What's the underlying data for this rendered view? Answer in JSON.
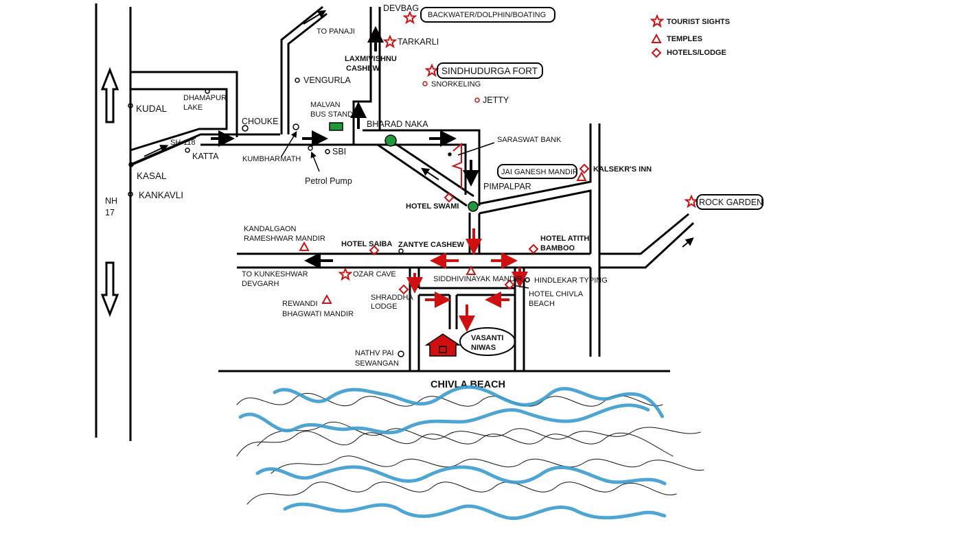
{
  "legend": {
    "tourist_sights": "TOURIST SIGHTS",
    "temples": "TEMPLES",
    "hotels_lodge": "HOTELS/LODGE"
  },
  "places": {
    "devbag": "DEVBAG",
    "backwater": "BACKWATER/DOLPHIN/BOATING",
    "tarkarli": "TARKARLI",
    "to_panaji": "TO PANAJI",
    "laxmi_vishnu_1": "LAXMIVISHNU",
    "laxmi_vishnu_2": "CASHEW",
    "sindhudurga_fort": "SINDHUDURGA FORT",
    "snorkeling": "SNORKELING",
    "jetty": "JETTY",
    "vengurla": "VENGURLA",
    "dhamapur_1": "DHAMAPUR",
    "dhamapur_2": "LAKE",
    "kudal": "KUDAL",
    "malvan_bus_1": "MALVAN",
    "malvan_bus_2": "BUS STAND",
    "chouke": "CHOUKE",
    "bharad_naka": "BHARAD NAKA",
    "saraswat_bank": "SARASWAT BANK",
    "sh118": "SH-118",
    "katta": "KATTA",
    "kumbharmath": "KUMBHARMATH",
    "sbi": "SBI",
    "petrol_pump": "Petrol Pump",
    "kasal": "KASAL",
    "kankavli": "KANKAVLI",
    "nh": "NH",
    "nh_num": "17",
    "jai_ganesh": "JAI GANESH MANDIR",
    "kalsekr": "KALSEKR'S INN",
    "pimpalpar": "PIMPALPAR",
    "hotel_swami": "HOTEL SWAMI",
    "rock_garden": "ROCK GARDEN",
    "kandalgaon_1": "KANDALGAON",
    "kandalgaon_2": "RAMESHWAR MANDIR",
    "hotel_saiba": "HOTEL SAIBA",
    "zantye": "ZANTYE CASHEW",
    "hotel_atithi_1": "HOTEL ATITHI",
    "hotel_atithi_2": "BAMBOO",
    "to_kunkeshwar_1": "TO KUNKESHWAR",
    "to_kunkeshwar_2": "DEVGARH",
    "ozar_cave": "OZAR CAVE",
    "siddhivinayak": "SIDDHIVINAYAK MANDIR",
    "hindlekar": "HINDLEKAR TYPING",
    "hotel_chivla_1": "HOTEL CHIVLA",
    "hotel_chivla_2": "BEACH",
    "shraddha_1": "SHRADDHA",
    "shraddha_2": "LODGE",
    "rewandi_1": "REWANDI",
    "rewandi_2": "BHAGWATI MANDIR",
    "vasanti_1": "VASANTI",
    "vasanti_2": "NIWAS",
    "nathv_pai_1": "NATHV PAI",
    "nathv_pai_2": "SEWANGAN",
    "chivla_beach": "CHIVLA BEACH"
  },
  "colors": {
    "road": "#000000",
    "marker_red": "#d01010",
    "node_green": "#1e9a3a",
    "wave_blue": "#3a9ccf"
  }
}
